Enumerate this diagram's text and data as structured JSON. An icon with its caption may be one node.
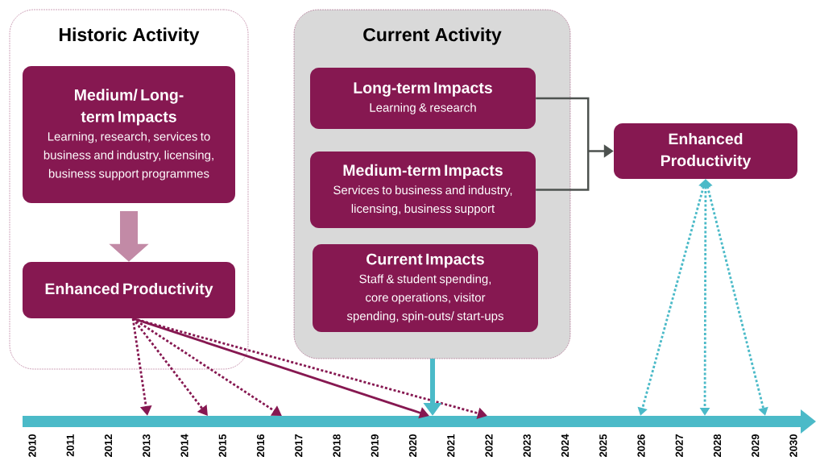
{
  "diagram": {
    "nodes": [
      {
        "text": [
          "Historic Activity"
        ]
      },
      {
        "text": [
          "Medium/ Long-term Impacts",
          "Learning, research, services to business and industry, licensing, business support programmes"
        ],
        "in": 0
      },
      {
        "text": [
          "Enhanced Productivity"
        ],
        "in": 0
      },
      {
        "text": [
          "Current Activity"
        ]
      },
      {
        "text": [
          "Long-term Impacts",
          "Learning & research"
        ],
        "in": 3
      },
      {
        "text": [
          "Medium-term Impacts",
          "Services to business and industry, licensing, business support"
        ],
        "in": 3
      },
      {
        "text": [
          "Current Impacts",
          "Staff & student spending, core operations, visitor spending, spin-outs/ start-ups"
        ],
        "in": 3
      },
      {
        "text": [
          "Enhanced Productivity"
        ]
      },
      {
        "text": [],
        "shape": "bar"
      }
    ],
    "edges": [
      {
        "from": 1,
        "to": 2,
        "arrow": "to",
        "style": "thick",
        "color": "#c28aa6"
      },
      {
        "from": 4,
        "to": 7,
        "arrow": "to",
        "color": "#4d524f"
      },
      {
        "from": 5,
        "to": 7,
        "arrow": "to",
        "color": "#4d524f"
      },
      {
        "from": 2,
        "to": 8,
        "arrow": "to",
        "style": "dashed"
      },
      {
        "from": 2,
        "to": 8,
        "arrow": "to",
        "style": "dashed"
      },
      {
        "from": 2,
        "to": 8,
        "arrow": "to",
        "style": "dashed"
      },
      {
        "from": 2,
        "to": 8,
        "arrow": "to"
      },
      {
        "from": 2,
        "to": 8,
        "arrow": "to",
        "style": "dashed"
      },
      {
        "from": 3,
        "to": 8,
        "arrow": "to",
        "style": "thick",
        "color": "#4bbac8"
      },
      {
        "from": 7,
        "to": 8,
        "arrow": "both",
        "style": "dashed",
        "color": "#4bbac8"
      },
      {
        "from": 7,
        "to": 8,
        "arrow": "both",
        "style": "dashed",
        "color": "#4bbac8"
      },
      {
        "from": 7,
        "to": 8,
        "arrow": "both",
        "style": "dashed",
        "color": "#4bbac8"
      }
    ],
    "labels": [
      "2010",
      "2011",
      "2012",
      "2013",
      "2014",
      "2015",
      "2016",
      "2017",
      "2018",
      "2019",
      "2020",
      "2021",
      "2022",
      "2023",
      "2024",
      "2025",
      "2026",
      "2027",
      "2028",
      "2029",
      "2030"
    ]
  }
}
